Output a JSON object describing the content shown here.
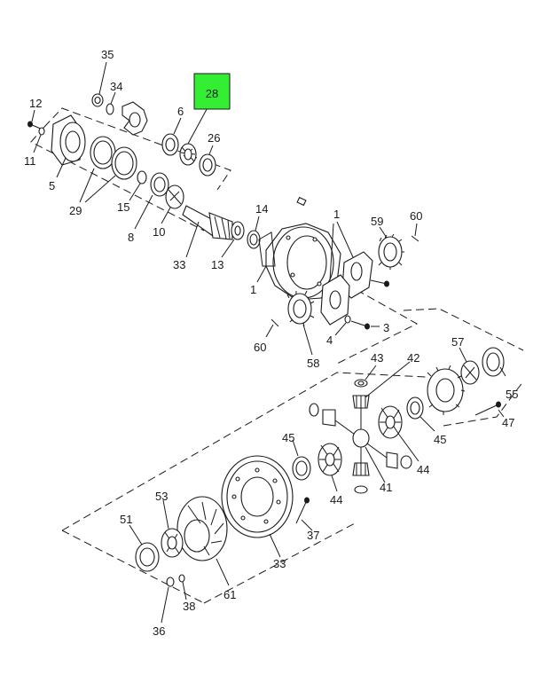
{
  "highlight": {
    "label": "28",
    "color": "#33ee33"
  },
  "callouts": [
    {
      "id": "c35",
      "text": "35"
    },
    {
      "id": "c34",
      "text": "34"
    },
    {
      "id": "c12",
      "text": "12"
    },
    {
      "id": "c11",
      "text": "11"
    },
    {
      "id": "c6",
      "text": "6"
    },
    {
      "id": "c26",
      "text": "26"
    },
    {
      "id": "c5",
      "text": "5"
    },
    {
      "id": "c29",
      "text": "29"
    },
    {
      "id": "c15",
      "text": "15"
    },
    {
      "id": "c8",
      "text": "8"
    },
    {
      "id": "c10",
      "text": "10"
    },
    {
      "id": "c33a",
      "text": "33"
    },
    {
      "id": "c14",
      "text": "14"
    },
    {
      "id": "c13",
      "text": "13"
    },
    {
      "id": "c1a",
      "text": "1"
    },
    {
      "id": "c1b",
      "text": "1"
    },
    {
      "id": "c59",
      "text": "59"
    },
    {
      "id": "c60a",
      "text": "60"
    },
    {
      "id": "c60b",
      "text": "60"
    },
    {
      "id": "c58",
      "text": "58"
    },
    {
      "id": "c4",
      "text": "4"
    },
    {
      "id": "c3",
      "text": "3"
    },
    {
      "id": "c43",
      "text": "43"
    },
    {
      "id": "c42",
      "text": "42"
    },
    {
      "id": "c57",
      "text": "57"
    },
    {
      "id": "c55",
      "text": "55"
    },
    {
      "id": "c45a",
      "text": "45"
    },
    {
      "id": "c47",
      "text": "47"
    },
    {
      "id": "c45b",
      "text": "45"
    },
    {
      "id": "c44a",
      "text": "44"
    },
    {
      "id": "c44b",
      "text": "44"
    },
    {
      "id": "c41",
      "text": "41"
    },
    {
      "id": "c53",
      "text": "53"
    },
    {
      "id": "c51",
      "text": "51"
    },
    {
      "id": "c37",
      "text": "37"
    },
    {
      "id": "c33b",
      "text": "33"
    },
    {
      "id": "c61",
      "text": "61"
    },
    {
      "id": "c38",
      "text": "38"
    },
    {
      "id": "c36",
      "text": "36"
    }
  ]
}
